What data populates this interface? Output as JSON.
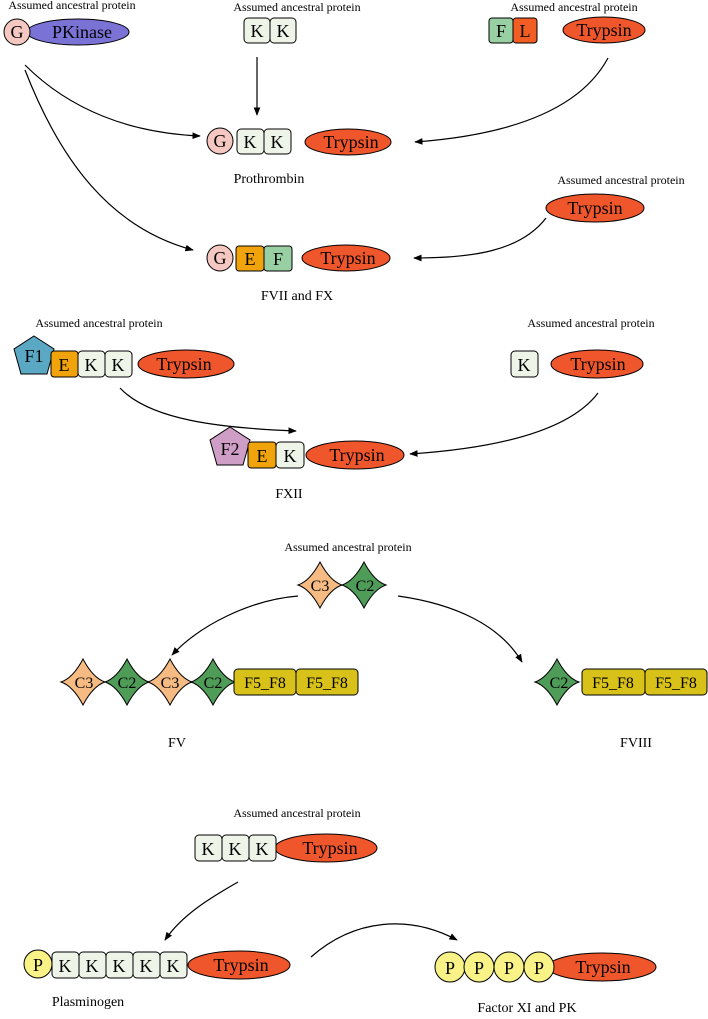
{
  "header_label": "Assumed ancestral protein",
  "domain_text": {
    "G": "G",
    "PKinase": "PKinase",
    "K": "K",
    "F": "F",
    "L": "L",
    "E": "E",
    "Trypsin": "Trypsin",
    "F1": "F1",
    "F2": "F2",
    "C3": "C3",
    "C2": "C2",
    "F5_F8": "F5_F8",
    "P": "P"
  },
  "captions": {
    "prothrombin": "Prothrombin",
    "fvii_fx": "FVII and FX",
    "fxii": "FXII",
    "fv": "FV",
    "fviii": "FVIII",
    "plasminogen": "Plasminogen",
    "fxi_pk": "Factor XI and PK"
  },
  "colors": {
    "gla": "#f4c7c0",
    "kringle": "#eef5e8",
    "trypsin": "#f0562b",
    "pkinase": "#7b72d6",
    "fn1": "#98cfa3",
    "fn2_l": "#f15d22",
    "egf": "#f0a30a",
    "f1": "#5ba8c4",
    "f2": "#cf9ec6",
    "c3": "#f6bb83",
    "c2": "#4f9c59",
    "f5f8": "#d8c21a",
    "pan": "#f9f287"
  }
}
